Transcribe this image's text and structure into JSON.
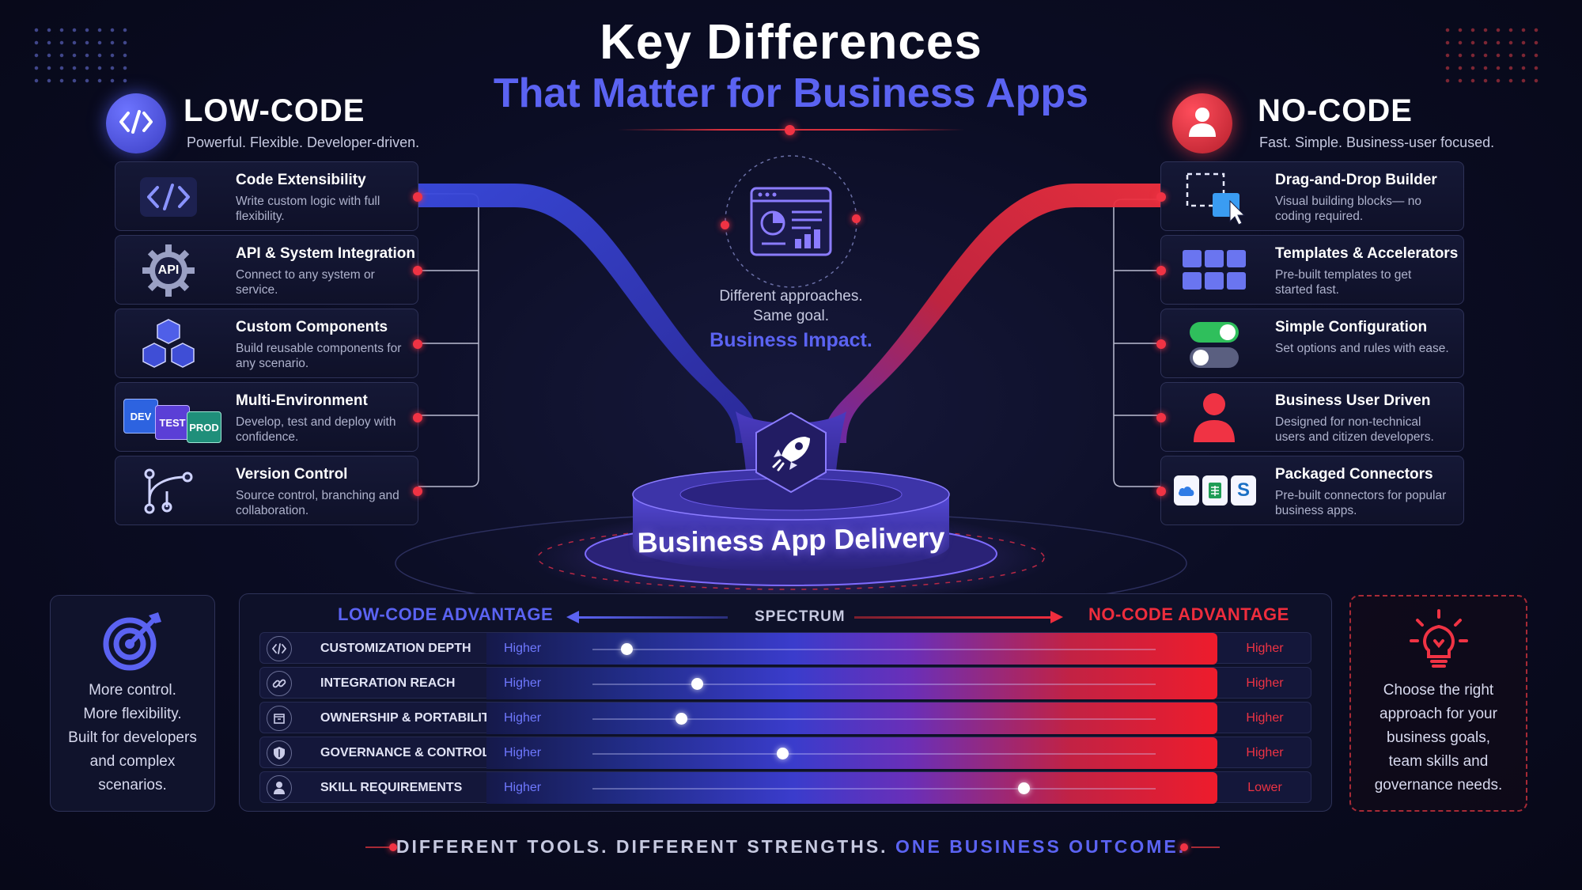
{
  "header": {
    "title": "Key Differences",
    "subtitle": "That Matter for Business Apps"
  },
  "low_code": {
    "title": "LOW-CODE",
    "tagline": "Powerful. Flexible. Developer-driven.",
    "badge_icon": "code-brackets-icon",
    "accent_color": "#5b63f2",
    "features": [
      {
        "icon": "code-brackets-icon",
        "title": "Code Extensibility",
        "desc": "Write custom logic with full flexibility."
      },
      {
        "icon": "api-gear-icon",
        "title": "API & System Integration",
        "desc": "Connect to any system or service."
      },
      {
        "icon": "cubes-icon",
        "title": "Custom Components",
        "desc": "Build reusable components for any scenario."
      },
      {
        "icon": "environments-icon",
        "title": "Multi-Environment",
        "desc": "Develop, test and deploy with confidence.",
        "env_labels": [
          "DEV",
          "TEST",
          "PROD"
        ]
      },
      {
        "icon": "branch-icon",
        "title": "Version Control",
        "desc": "Source control, branching and collaboration."
      }
    ]
  },
  "no_code": {
    "title": "NO-CODE",
    "tagline": "Fast. Simple. Business-user focused.",
    "badge_icon": "user-icon",
    "accent_color": "#ee2d3d",
    "features": [
      {
        "icon": "drag-drop-icon",
        "title": "Drag-and-Drop Builder",
        "desc": "Visual building blocks— no coding required."
      },
      {
        "icon": "templates-icon",
        "title": "Templates & Accelerators",
        "desc": "Pre-built templates to get started fast."
      },
      {
        "icon": "toggle-icon",
        "title": "Simple Configuration",
        "desc": "Set options and rules with ease."
      },
      {
        "icon": "person-icon",
        "title": "Business User Driven",
        "desc": "Designed for non-technical users and citizen developers."
      },
      {
        "icon": "connectors-icon",
        "title": "Packaged Connectors",
        "desc": "Pre-built connectors for popular business apps.",
        "connector_labels": [
          "S"
        ]
      }
    ]
  },
  "center": {
    "line1": "Different approaches.",
    "line2": "Same goal.",
    "line3": "Business Impact.",
    "icon": "dashboard-icon",
    "platform_icon": "rocket-icon",
    "platform_label": "Business App Delivery"
  },
  "left_box": {
    "icon": "target-icon",
    "text": [
      "More control.",
      "More flexibility.",
      "Built for developers",
      "and complex",
      "scenarios."
    ]
  },
  "right_box": {
    "icon": "lightbulb-icon",
    "text": [
      "Choose the right",
      "approach for your",
      "business goals,",
      "team skills and",
      "governance needs."
    ]
  },
  "spectrum": {
    "low_label": "LOW-CODE ADVANTAGE",
    "mid_label": "SPECTRUM",
    "no_label": "NO-CODE ADVANTAGE",
    "rows": [
      {
        "icon": "code-icon",
        "label": "CUSTOMIZATION DEPTH",
        "left": "Higher",
        "right": "Higher",
        "position": 0.06
      },
      {
        "icon": "link-icon",
        "label": "INTEGRATION REACH",
        "left": "Higher",
        "right": "Higher",
        "position": 0.185
      },
      {
        "icon": "package-icon",
        "label": "OWNERSHIP & PORTABILITY",
        "left": "Higher",
        "right": "Higher",
        "position": 0.157
      },
      {
        "icon": "shield-icon",
        "label": "GOVERNANCE & CONTROLS",
        "left": "Higher",
        "right": "Higher",
        "position": 0.337
      },
      {
        "icon": "user-icon",
        "label": "SKILL REQUIREMENTS",
        "left": "Higher",
        "right": "Lower",
        "position": 0.766
      }
    ]
  },
  "footer": {
    "part1": "DIFFERENT TOOLS.  DIFFERENT STRENGTHS.",
    "part2": "ONE BUSINESS OUTCOME."
  }
}
